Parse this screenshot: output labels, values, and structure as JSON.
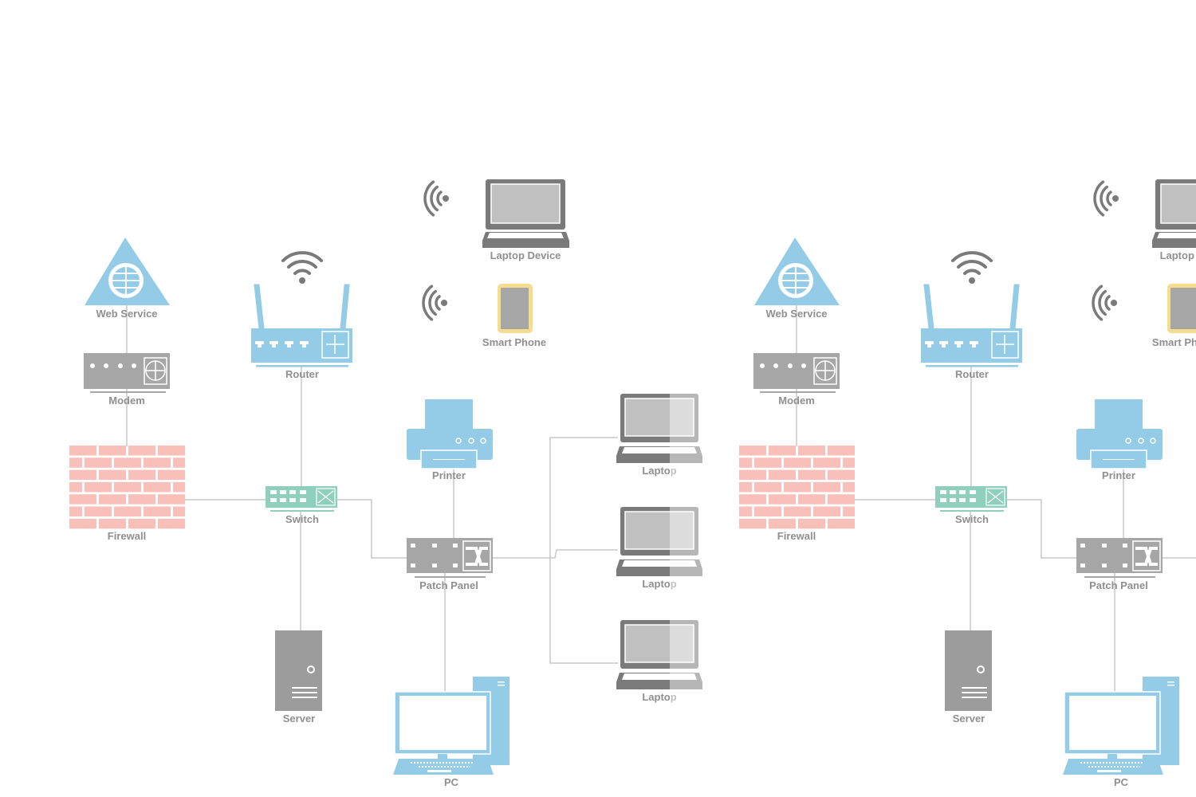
{
  "diagram": {
    "nodes": {
      "web_service": "Web Service",
      "modem": "Modem",
      "firewall": "Firewall",
      "router": "Router",
      "switch": "Switch",
      "server": "Server",
      "patch_panel": "Patch Panel",
      "printer": "Printer",
      "pc": "PC",
      "laptop_1": "Laptop",
      "laptop_2": "Laptop",
      "laptop_3": "Laptop",
      "laptop_device": "Laptop Device",
      "smart_phone": "Smart Phone"
    },
    "colors": {
      "blue": "#94cbe6",
      "gray": "#a6a6a6",
      "dark_gray": "#7a7a7a",
      "firewall": "#f8c0b8",
      "switch": "#8fd0bd",
      "line": "#c8c8c8",
      "phone_border": "#f5dc8e"
    }
  }
}
